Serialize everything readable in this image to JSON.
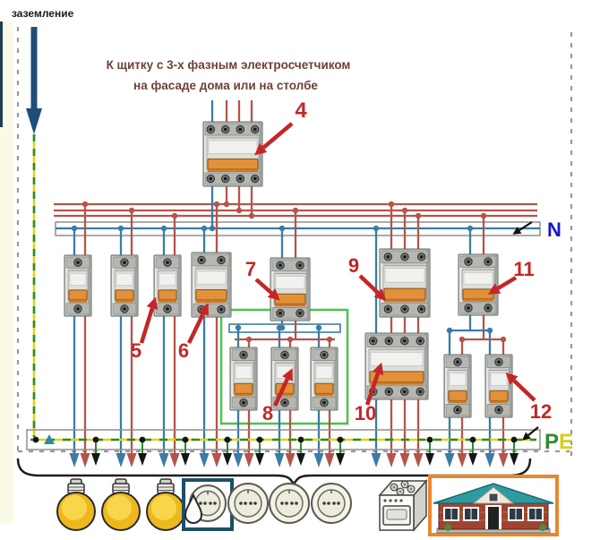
{
  "ground": {
    "label": "заземление"
  },
  "caption": {
    "line1": "К щитку с 3-х фазным электросчетчиком",
    "line2": "на фасаде дома или на столбе"
  },
  "callouts": {
    "c4": "4",
    "c5": "5",
    "c6": "6",
    "c7": "7",
    "c8": "8",
    "c9": "9",
    "c10": "10",
    "c11": "11",
    "c12": "12"
  },
  "bus": {
    "neutral_label": "N",
    "pe_label_p": "P",
    "pe_label_e": "E"
  },
  "loads": [
    "light-bulb",
    "light-bulb",
    "light-bulb",
    "waterproof-socket",
    "socket",
    "socket",
    "socket",
    "electric-stove",
    "house"
  ],
  "colors": {
    "phase_wire": "#b5544a",
    "neutral_wire": "#3a7ca5",
    "pe_green": "#2d8a2d",
    "pe_yellow": "#ded41a",
    "callout_red": "#c42626",
    "neutral_label_blue": "#1515cc",
    "group_box_green": "#4cc44c",
    "house_frame_orange": "#e8882a",
    "socket_frame_blue": "#1d4e66",
    "ground_arrow_blue": "#1f4e79",
    "border_gray": "#9a9a9a",
    "pe_dot_black": "#151515"
  }
}
